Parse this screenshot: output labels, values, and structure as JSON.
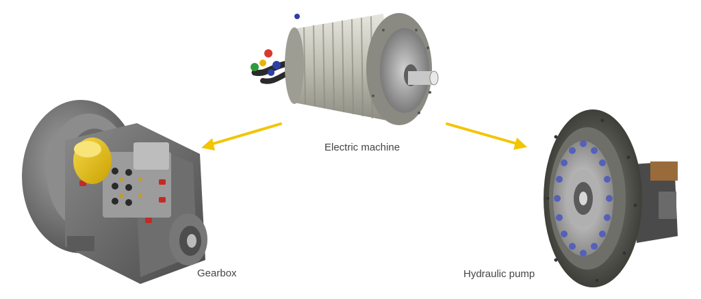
{
  "labels": {
    "electric_machine": "Electric machine",
    "gearbox": "Gearbox",
    "hydraulic_pump": "Hydraulic pump"
  },
  "colors": {
    "arrow": "#f2c500",
    "label_text": "#444444",
    "background": "#ffffff"
  }
}
